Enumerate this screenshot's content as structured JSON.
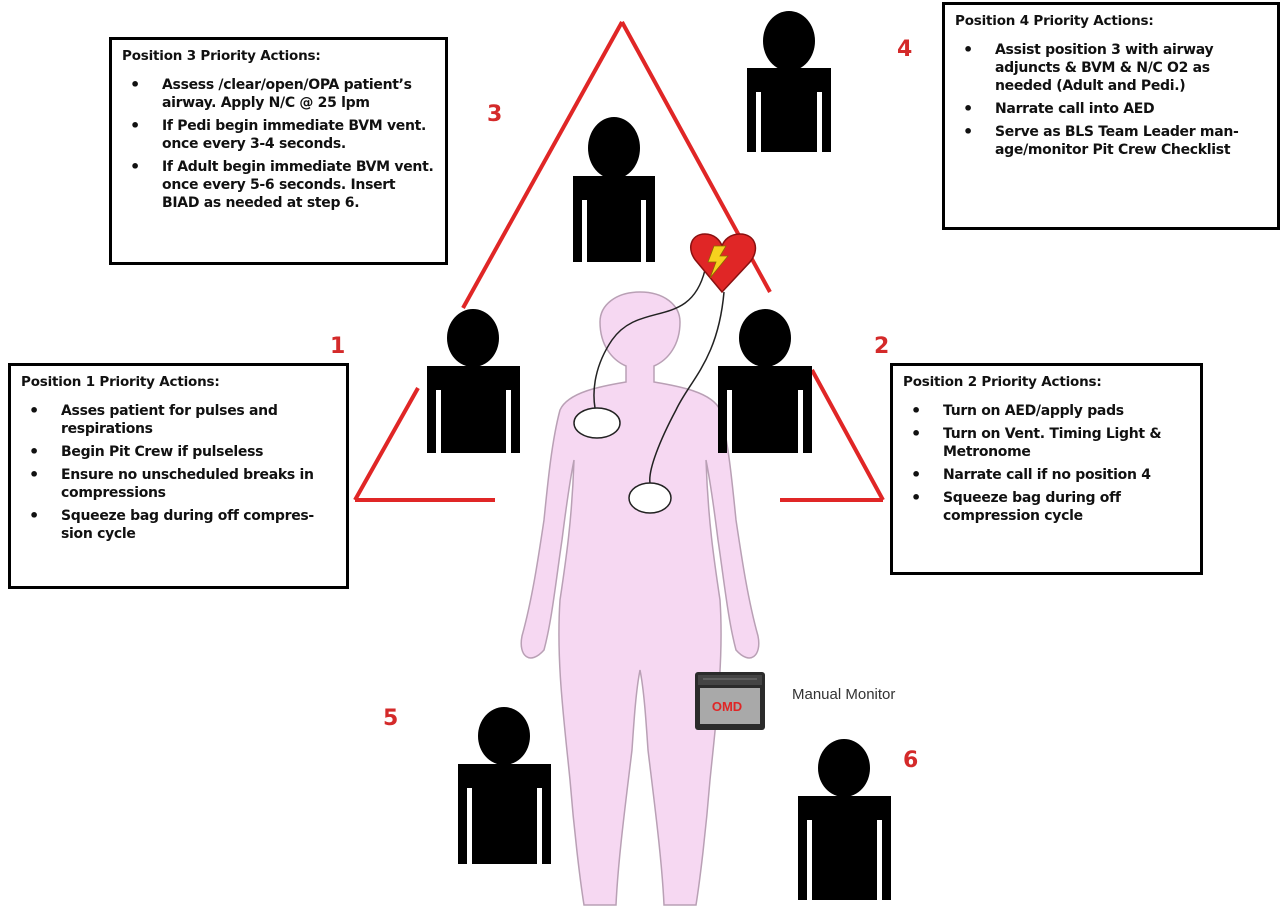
{
  "boxes": {
    "pos3": {
      "title": "Position 3  Priority Actions:",
      "items": [
        "Assess /clear/open/OPA patient’s airway. Apply N/C @ 25 lpm",
        "If Pedi begin immediate BVM vent. once every 3-4 seconds.",
        "If Adult begin immediate BVM vent. once every 5-6 seconds. Insert BIAD as needed at step 6."
      ]
    },
    "pos4": {
      "title": "Position 4 Priority Actions:",
      "items": [
        "Assist position 3  with airway adjuncts & BVM & N/C O2 as needed (Adult and Pedi.)",
        "Narrate call into AED",
        "Serve as BLS Team Leader man-age/monitor Pit Crew Checklist"
      ]
    },
    "pos1": {
      "title": "Position 1 Priority Actions:",
      "items": [
        "Asses patient for pulses and respirations",
        "Begin Pit Crew if pulseless",
        "Ensure no unscheduled breaks in compressions",
        "Squeeze bag during off compres-sion cycle"
      ]
    },
    "pos2": {
      "title": "Position 2  Priority Actions:",
      "items": [
        "Turn on AED/apply pads",
        "Turn on Vent. Timing Light & Metronome",
        "Narrate call if no position 4",
        "Squeeze bag during off compression cycle"
      ]
    }
  },
  "numbers": {
    "n1": "1",
    "n2": "2",
    "n3": "3",
    "n4": "4",
    "n5": "5",
    "n6": "6"
  },
  "monitor": {
    "screen_text": "OMD",
    "label": "Manual Monitor"
  },
  "colors": {
    "accent_red": "#d42a2a",
    "body_pink": "#f6d8f2"
  }
}
